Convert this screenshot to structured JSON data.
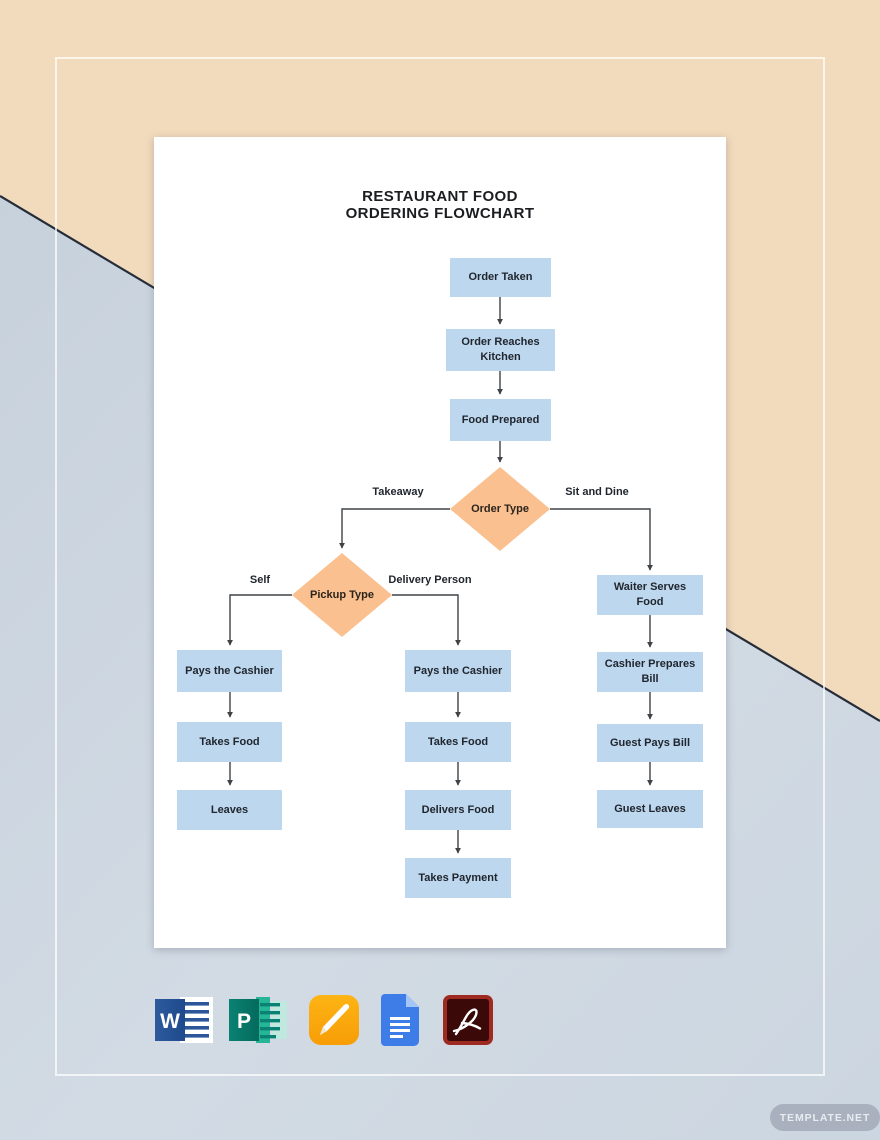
{
  "page": {
    "title_lines": [
      "RESTAURANT FOOD",
      "ORDERING FLOWCHART"
    ]
  },
  "flowchart": {
    "nodes": {
      "order_taken": "Order Taken",
      "order_reaches_kitchen": "Order Reaches Kitchen",
      "food_prepared": "Food Prepared",
      "order_type": "Order Type",
      "pickup_type": "Pickup Type",
      "waiter_serves_food": "Waiter Serves Food",
      "cashier_prepares_bill": "Cashier Prepares Bill",
      "guest_pays_bill": "Guest Pays Bill",
      "guest_leaves": "Guest Leaves",
      "pays_the_cashier_self": "Pays the Cashier",
      "takes_food_self": "Takes Food",
      "leaves_self": "Leaves",
      "pays_the_cashier_delivery": "Pays the Cashier",
      "takes_food_delivery": "Takes Food",
      "delivers_food": "Delivers Food",
      "takes_payment": "Takes Payment"
    },
    "edge_labels": {
      "takeaway": "Takeaway",
      "sit_and_dine": "Sit and Dine",
      "self": "Self",
      "delivery_person": "Delivery Person"
    },
    "colors": {
      "process_fill": "#BDD7EE",
      "decision_fill": "#FAC090",
      "connector": "#3f4347",
      "text": "#21262E"
    }
  },
  "background": {
    "top_color": "#F2DABC",
    "bottom_color": "#CDD7E1",
    "divider_color": "#242D39"
  },
  "footer": {
    "icons": [
      {
        "name": "microsoft-word"
      },
      {
        "name": "microsoft-publisher"
      },
      {
        "name": "apple-pages"
      },
      {
        "name": "google-docs"
      },
      {
        "name": "adobe-pdf"
      }
    ],
    "watermark": "TEMPLATE.NET"
  }
}
